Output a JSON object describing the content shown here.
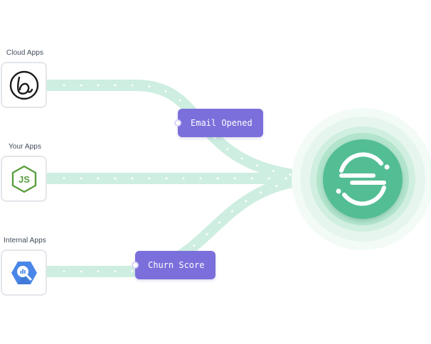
{
  "sources": [
    {
      "label": "Cloud Apps",
      "icon": "webflow-b-icon"
    },
    {
      "label": "Your Apps",
      "icon": "nodejs-icon"
    },
    {
      "label": "Internal Apps",
      "icon": "bigquery-icon"
    }
  ],
  "events": {
    "email_opened": "Email Opened",
    "churn_score": "Churn Score"
  },
  "hub": {
    "icon": "segment-logo-icon"
  },
  "colors": {
    "flow": "#cdeee0",
    "flow_dots": "#ffffff",
    "pill": "#7b6fdb",
    "hub": "#52bd94",
    "hub_ring_outer": "#ecf8f2",
    "hub_ring_mid": "#d5f0e3",
    "hub_ring_inner": "#b9e6d1"
  }
}
